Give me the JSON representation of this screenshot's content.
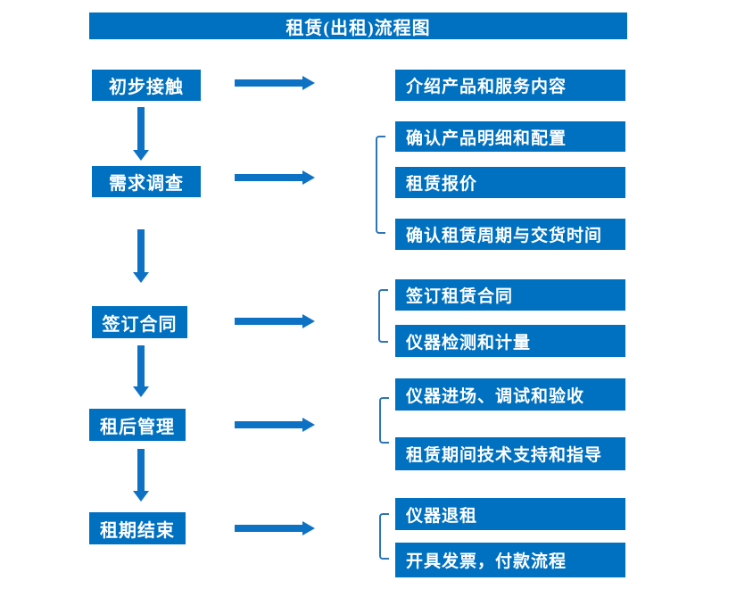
{
  "title": "租赁(出租)流程图",
  "colors": {
    "primary_blue": "#0070c0",
    "arrow_blue": "#0e72c4",
    "bracket_blue": "#2e75b6",
    "text_white": "#ffffff"
  },
  "steps": [
    {
      "label": "初步接触",
      "details": [
        "介绍产品和服务内容"
      ]
    },
    {
      "label": "需求调查",
      "details": [
        "确认产品明细和配置",
        "租赁报价",
        "确认租赁周期与交货时间"
      ]
    },
    {
      "label": "签订合同",
      "details": [
        "签订租赁合同",
        "仪器检测和计量"
      ]
    },
    {
      "label": "租后管理",
      "details": [
        "仪器进场、调试和验收",
        "租赁期间技术支持和指导"
      ]
    },
    {
      "label": "租期结束",
      "details": [
        "仪器退租",
        "开具发票，付款流程"
      ]
    }
  ]
}
